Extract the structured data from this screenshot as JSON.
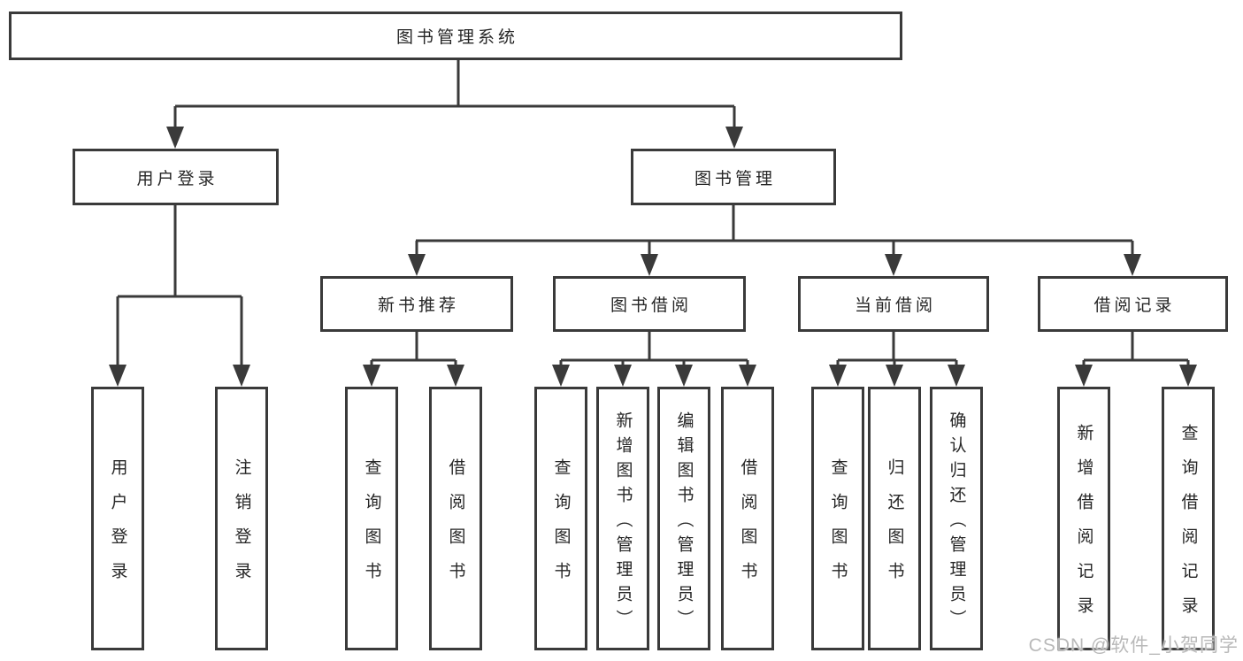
{
  "diagram": {
    "title": "图书管理系统",
    "branches": [
      {
        "label": "用户登录",
        "children": [
          {
            "label": "用户登录"
          },
          {
            "label": "注销登录"
          }
        ]
      },
      {
        "label": "图书管理",
        "children": [
          {
            "label": "新书推荐",
            "children": [
              {
                "label": "查询图书"
              },
              {
                "label": "借阅图书"
              }
            ]
          },
          {
            "label": "图书借阅",
            "children": [
              {
                "label": "查询图书"
              },
              {
                "label": "新增图书（管理员）"
              },
              {
                "label": "编辑图书（管理员）"
              },
              {
                "label": "借阅图书"
              }
            ]
          },
          {
            "label": "当前借阅",
            "children": [
              {
                "label": "查询图书"
              },
              {
                "label": "归还图书"
              },
              {
                "label": "确认归还（管理员）"
              }
            ]
          },
          {
            "label": "借阅记录",
            "children": [
              {
                "label": "新增借阅记录"
              },
              {
                "label": "查询借阅记录"
              }
            ]
          }
        ]
      }
    ]
  },
  "colors": {
    "line": "#3a3a3a",
    "text": "#262626",
    "watermark": "#b9b9b9"
  },
  "watermark": {
    "text": "CSDN @软件_小贺同学"
  }
}
